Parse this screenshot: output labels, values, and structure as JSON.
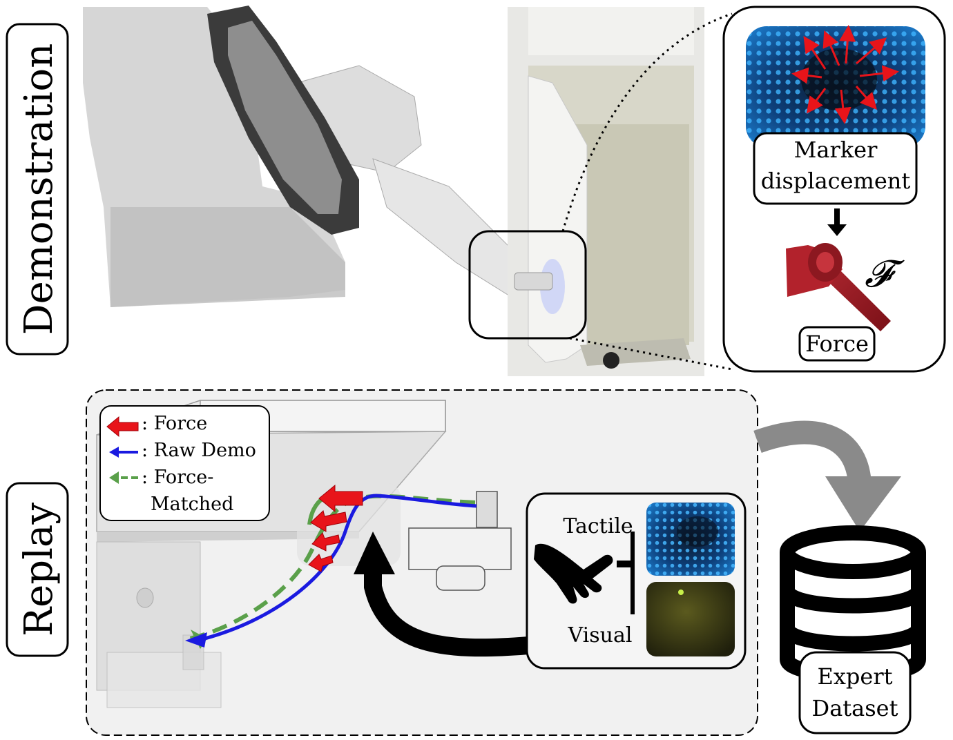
{
  "sections": {
    "demonstration": "Demonstration",
    "replay": "Replay"
  },
  "sensor_panel": {
    "marker_label_line1": "Marker",
    "marker_label_line2": "displacement",
    "force_symbol": "𝓕",
    "force_label": "Force"
  },
  "legend": {
    "force": ": Force",
    "raw_demo": ": Raw Demo",
    "force_matched_line1": ": Force-",
    "force_matched_line2": "Matched"
  },
  "observation_panel": {
    "tactile": "Tactile",
    "visual": "Visual"
  },
  "dataset": {
    "line1": "Expert",
    "line2": "Dataset"
  },
  "colors": {
    "force_arrow": "#e8141a",
    "raw_demo": "#1a1ae0",
    "force_matched": "#5aa04a",
    "dark_arrow": "#000000",
    "dataset_arrow": "#8a8a8a"
  }
}
